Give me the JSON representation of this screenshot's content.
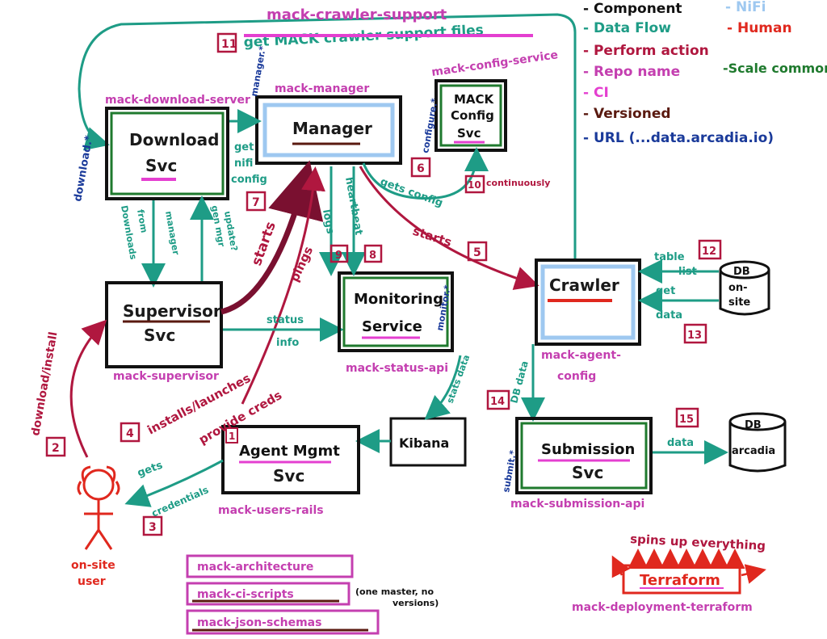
{
  "legend": {
    "component": "- Component",
    "data_flow": "- Data Flow",
    "perform_action": "- Perform action",
    "repo_name": "- Repo name",
    "ci": "- CI",
    "versioned": "- Versioned",
    "url": "- URL (...data.arcadia.io)",
    "nifi": "- NiFi",
    "human": "- Human",
    "scale_common": "-Scale common"
  },
  "components": {
    "download": [
      "Download",
      "Svc"
    ],
    "manager": "Manager",
    "config": [
      "MACK",
      "Config",
      "Svc"
    ],
    "supervisor": [
      "Supervisor",
      "Svc"
    ],
    "monitoring": [
      "Monitoring",
      "Service"
    ],
    "crawler": "Crawler",
    "agent": [
      "Agent Mgmt",
      "Svc"
    ],
    "kibana": "Kibana",
    "submission": [
      "Submission",
      "Svc"
    ],
    "db_onsite": [
      "DB",
      "on-",
      "site"
    ],
    "db_arcadia": [
      "DB",
      "arcadia"
    ],
    "terraform": "Terraform",
    "user": [
      "on-site",
      "user"
    ]
  },
  "repos": {
    "crawler_support": "mack-crawler-support",
    "download": "mack-download-server",
    "manager": "mack-manager",
    "config": "mack-config-service",
    "supervisor": "mack-supervisor",
    "status": "mack-status-api",
    "agent": "mack-users-rails",
    "agent_config": [
      "mack-agent-",
      "config"
    ],
    "submission": "mack-submission-api",
    "deployment": "mack-deployment-terraform"
  },
  "steps": [
    "1",
    "2",
    "3",
    "4",
    "5",
    "6",
    "7",
    "8",
    "9",
    "10",
    "11",
    "12",
    "13",
    "14",
    "15"
  ],
  "actions": {
    "get_support": "get MACK crawler support files",
    "download_install": "download/install",
    "installs": "installs/launches",
    "provide_creds": "provide creds",
    "gets": "gets",
    "credentials": "credentials",
    "starts_sup": "starts",
    "pings": "pings",
    "starts_crawler": "starts",
    "gets_config": "gets config",
    "continuously": "continuously",
    "get_nifi": [
      "get",
      "nifi",
      "config"
    ],
    "status_info": [
      "status",
      "info"
    ],
    "table_list": [
      "table",
      "list"
    ],
    "get": "get",
    "data_onsite": "data",
    "db_data": "DB data",
    "data_arcadia": "data",
    "spins_up": "spins up everything",
    "downloads": [
      "Downloads",
      "from",
      "manager"
    ],
    "gen_mgr": [
      "gen mgr",
      "update?"
    ],
    "logs": "logs",
    "heartbeat": "heartbeat"
  },
  "urls": {
    "download": "download.*",
    "manager": "manager.*",
    "configure": "configure.*",
    "monitor": "monitor.*",
    "submit": "submit.*"
  },
  "stats": "stats data",
  "repos_bottom": {
    "architecture": "mack-architecture",
    "ci_scripts": "mack-ci-scripts",
    "json_schemas": "mack-json-schemas",
    "note": [
      "(one master, no",
      "versions)"
    ]
  }
}
